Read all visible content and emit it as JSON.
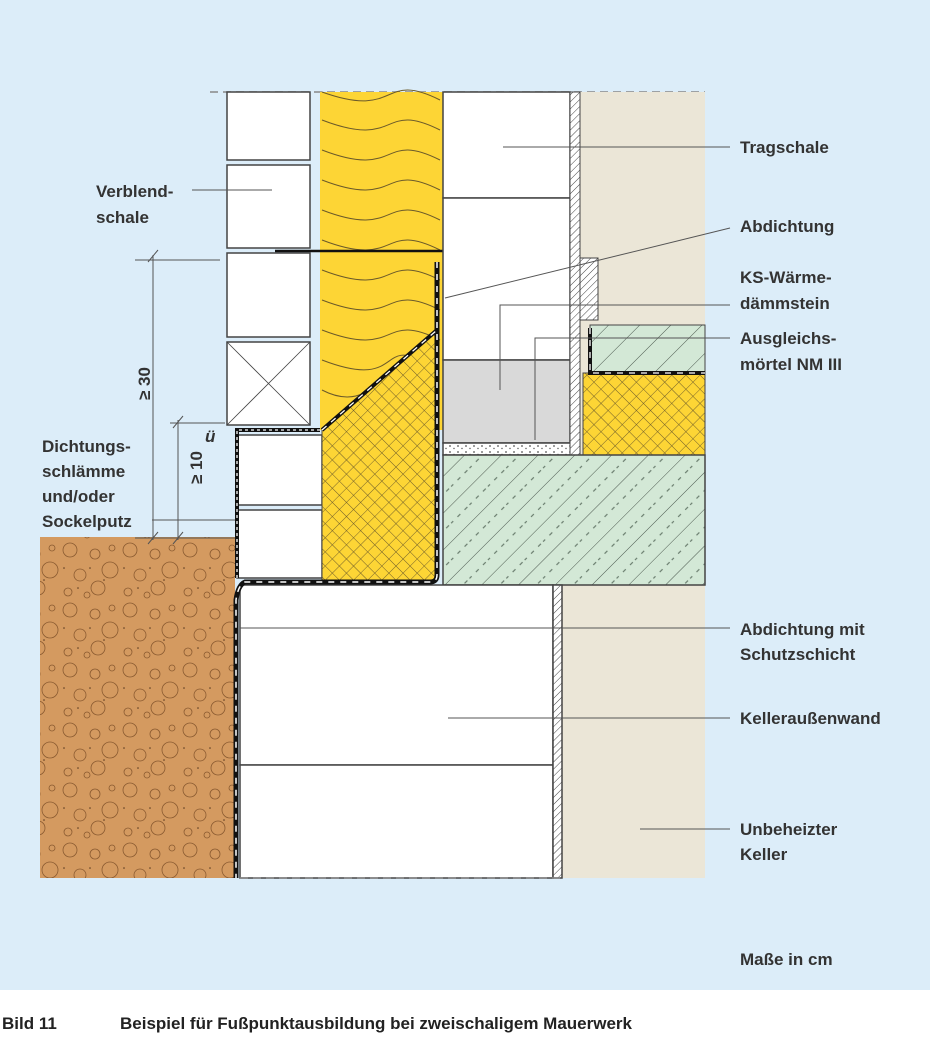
{
  "labels": {
    "tragschale": "Tragschale",
    "abdichtung": "Abdichtung",
    "ks_1": "KS-Wärme-",
    "ks_2": "dämmstein",
    "ausgleich_1": "Ausgleichs-",
    "ausgleich_2": "mörtel NM III",
    "abdichtung_schutz_1": "Abdichtung mit",
    "abdichtung_schutz_2": "Schutzschicht",
    "kelleraussenwand": "Kelleraußenwand",
    "keller_1": "Unbeheizter",
    "keller_2": "Keller",
    "verblend_1": "Verblend-",
    "verblend_2": "schale",
    "dicht_1": "Dichtungs-",
    "dicht_2": "schlämme",
    "dicht_3": "und/oder",
    "dicht_4": "Sockelputz",
    "units": "Maße in cm"
  },
  "dimensions": {
    "min_30": "≥ 30",
    "min_10": "≥ 10",
    "overlap": "ü"
  },
  "caption": {
    "number": "Bild 11",
    "text": "Beispiel für Fußpunktausbildung bei zweischaligem Mauerwerk"
  },
  "colors": {
    "background": "#dcedf9",
    "insulation": "#fdd535",
    "screed": "#d3e8d6",
    "interior": "#ebe6d7",
    "soil": "#d49a60",
    "mortar_gray": "#d9d9d9"
  }
}
